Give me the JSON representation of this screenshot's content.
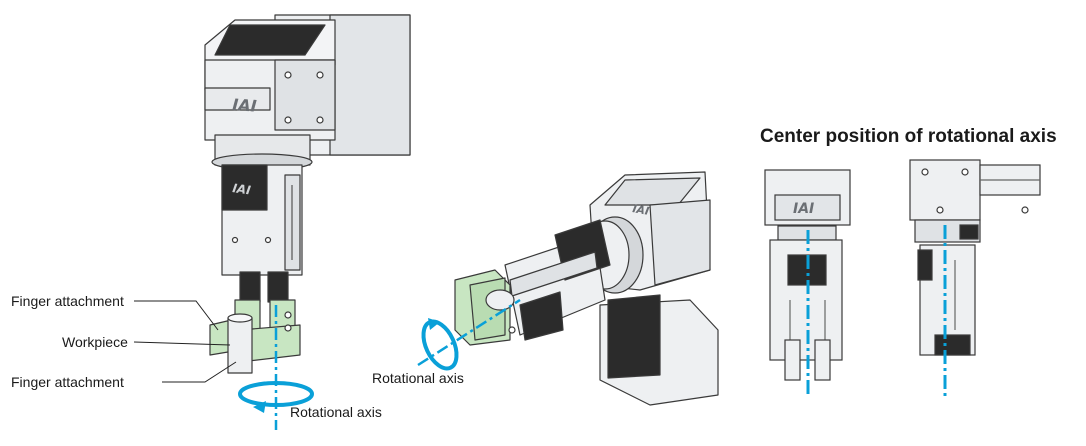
{
  "labels": {
    "finger_attachment_top": "Finger attachment",
    "workpiece": "Workpiece",
    "finger_attachment_bottom": "Finger attachment",
    "rotational_axis_left": "Rotational axis",
    "rotational_axis_middle": "Rotational axis"
  },
  "right_section": {
    "title": "Center position of rotational axis"
  },
  "logos": {
    "brand": "IAI"
  },
  "colors": {
    "axis_blue": "#0aa0d8",
    "attachment_green": "#c8e6c2",
    "body_light": "#eef0f2",
    "body_shadow": "#d4d7da",
    "dark_part": "#2b2b2b",
    "outline": "#3a3a3a"
  }
}
